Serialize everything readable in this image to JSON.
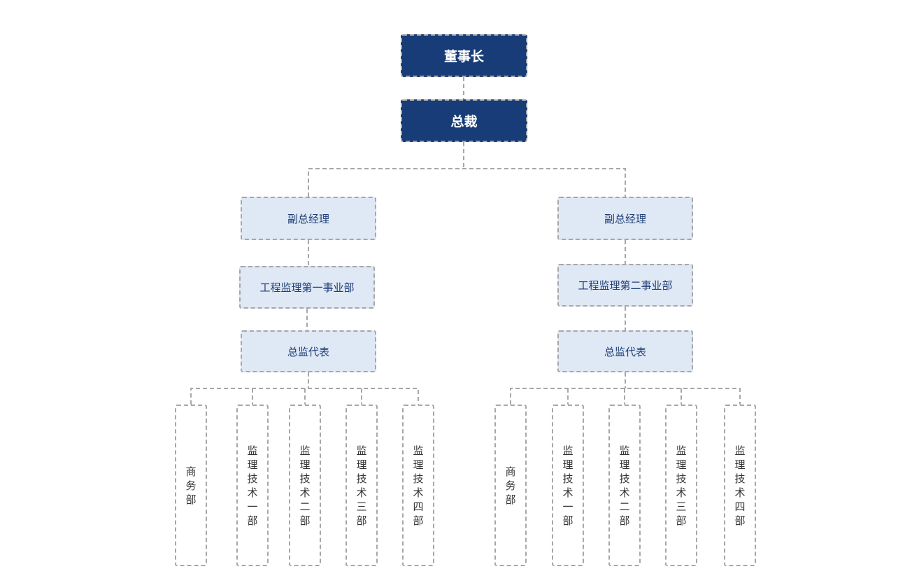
{
  "chart": {
    "chairman": "董事长",
    "president": "总裁",
    "left": {
      "vp": "副总经理",
      "division": "工程监理第一事业部",
      "representative": "总监代表",
      "departments": [
        "商务部",
        "监理技术一部",
        "监理技术二部",
        "监理技术三部",
        "监理技术四部"
      ]
    },
    "right": {
      "vp": "副总经理",
      "division": "工程监理第二事业部",
      "representative": "总监代表",
      "departments": [
        "商务部",
        "监理技术一部",
        "监理技术二部",
        "监理技术三部",
        "监理技术四部"
      ]
    }
  },
  "colors": {
    "top_fill": "#173c78",
    "mid_fill": "#dfe8f5",
    "border": "#a7a7a7"
  }
}
